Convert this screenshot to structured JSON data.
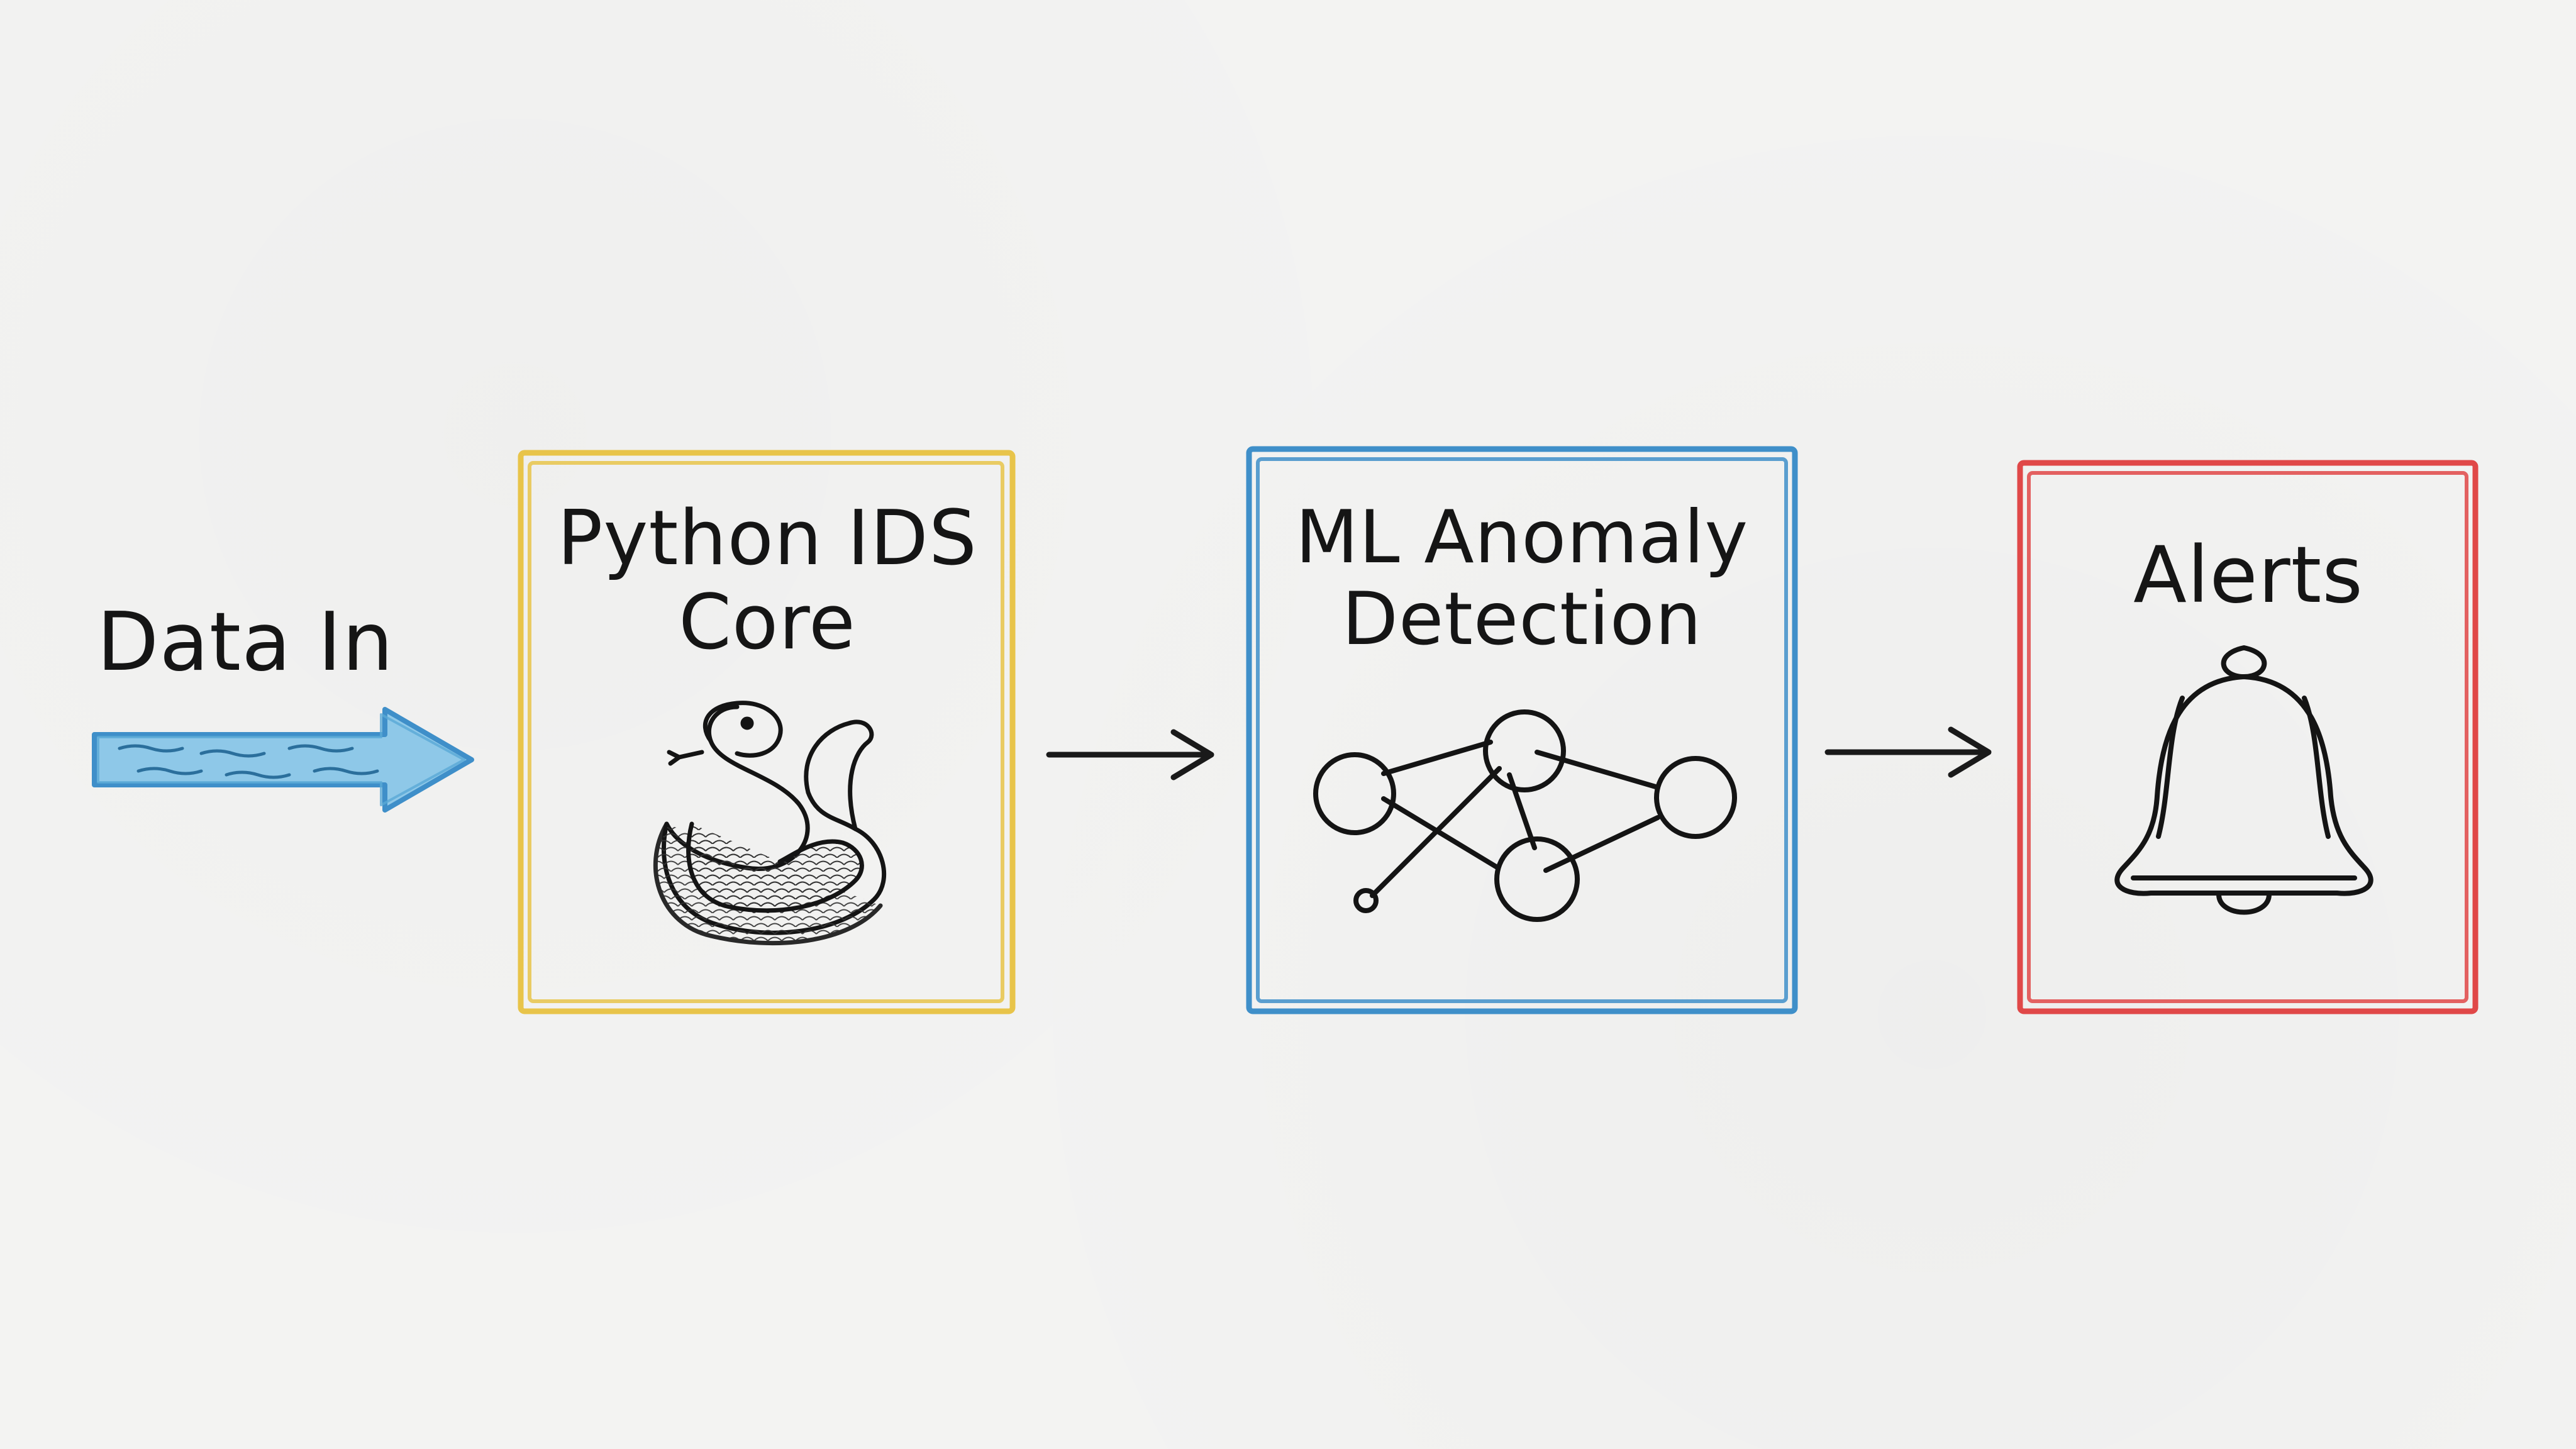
{
  "diagram": {
    "input": {
      "label": "Data In",
      "color": "#5aa9d6"
    },
    "stages": [
      {
        "title_line1": "Python IDS",
        "title_line2": "Core",
        "icon": "python-snake-icon",
        "color": "#e8c44a"
      },
      {
        "title_line1": "ML Anomaly",
        "title_line2": "Detection",
        "icon": "neural-network-icon",
        "color": "#3f8fc9"
      },
      {
        "title_line1": "Alerts",
        "title_line2": "",
        "icon": "bell-icon",
        "color": "#e04848"
      }
    ],
    "connector_color": "#1a1a1a"
  }
}
